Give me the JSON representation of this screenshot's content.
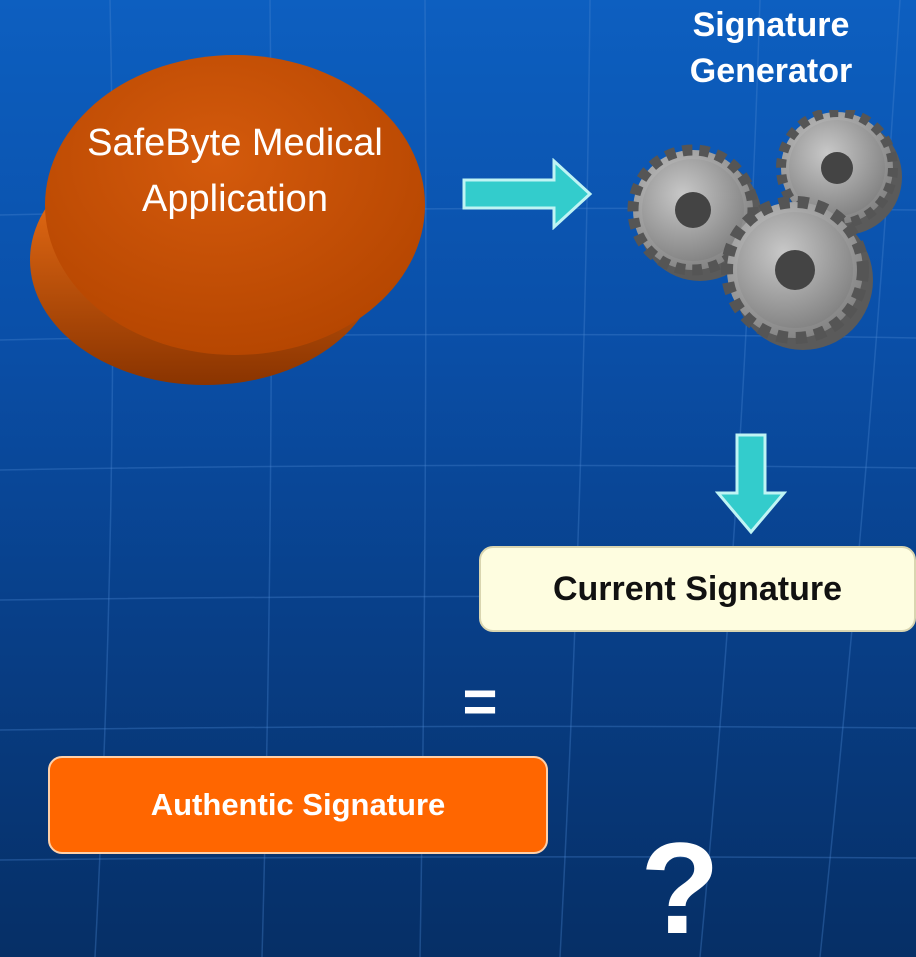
{
  "application": {
    "label": "SafeByte Medical Application"
  },
  "generator": {
    "title": "Signature Generator",
    "icon": "gears-icon"
  },
  "current_signature": {
    "label": "Current Signature"
  },
  "authentic_signature": {
    "label": "Authentic Signature"
  },
  "comparison": {
    "equals_symbol": "=",
    "question_symbol": "?"
  },
  "colors": {
    "background": "#0a4fa8",
    "app_disc": "#c44e00",
    "arrow": "#33cccc",
    "current_box": "#fefde0",
    "authentic_box": "#ff6600",
    "gear": "#9a9a9a"
  }
}
